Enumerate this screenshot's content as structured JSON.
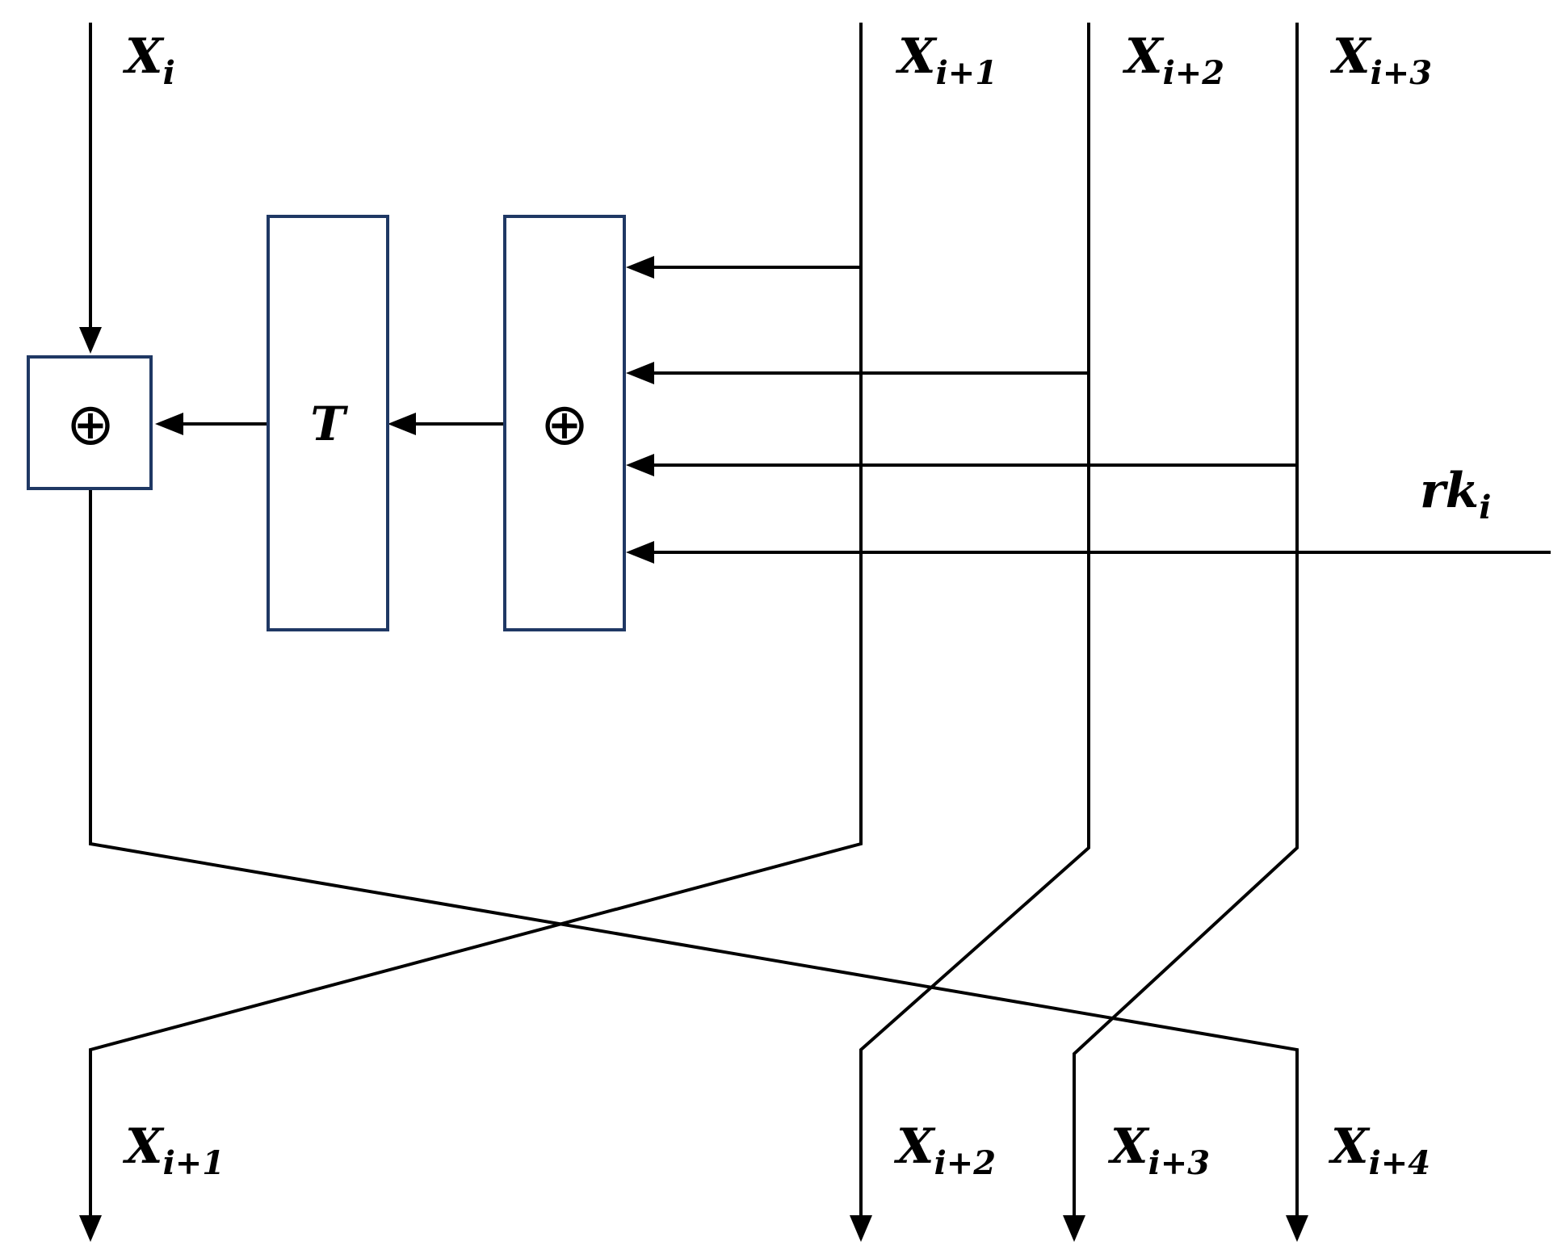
{
  "diagram": {
    "inputs": [
      {
        "base": "X",
        "sub": "i"
      },
      {
        "base": "X",
        "sub": "i+1"
      },
      {
        "base": "X",
        "sub": "i+2"
      },
      {
        "base": "X",
        "sub": "i+3"
      }
    ],
    "round_key": {
      "base": "rk",
      "sub": "i"
    },
    "outputs": [
      {
        "base": "X",
        "sub": "i+1"
      },
      {
        "base": "X",
        "sub": "i+2"
      },
      {
        "base": "X",
        "sub": "i+3"
      },
      {
        "base": "X",
        "sub": "i+4"
      }
    ],
    "xor_symbol": "⊕",
    "transform_label": "T",
    "colors": {
      "line": "#000000",
      "box_border": "#1f3864"
    }
  }
}
